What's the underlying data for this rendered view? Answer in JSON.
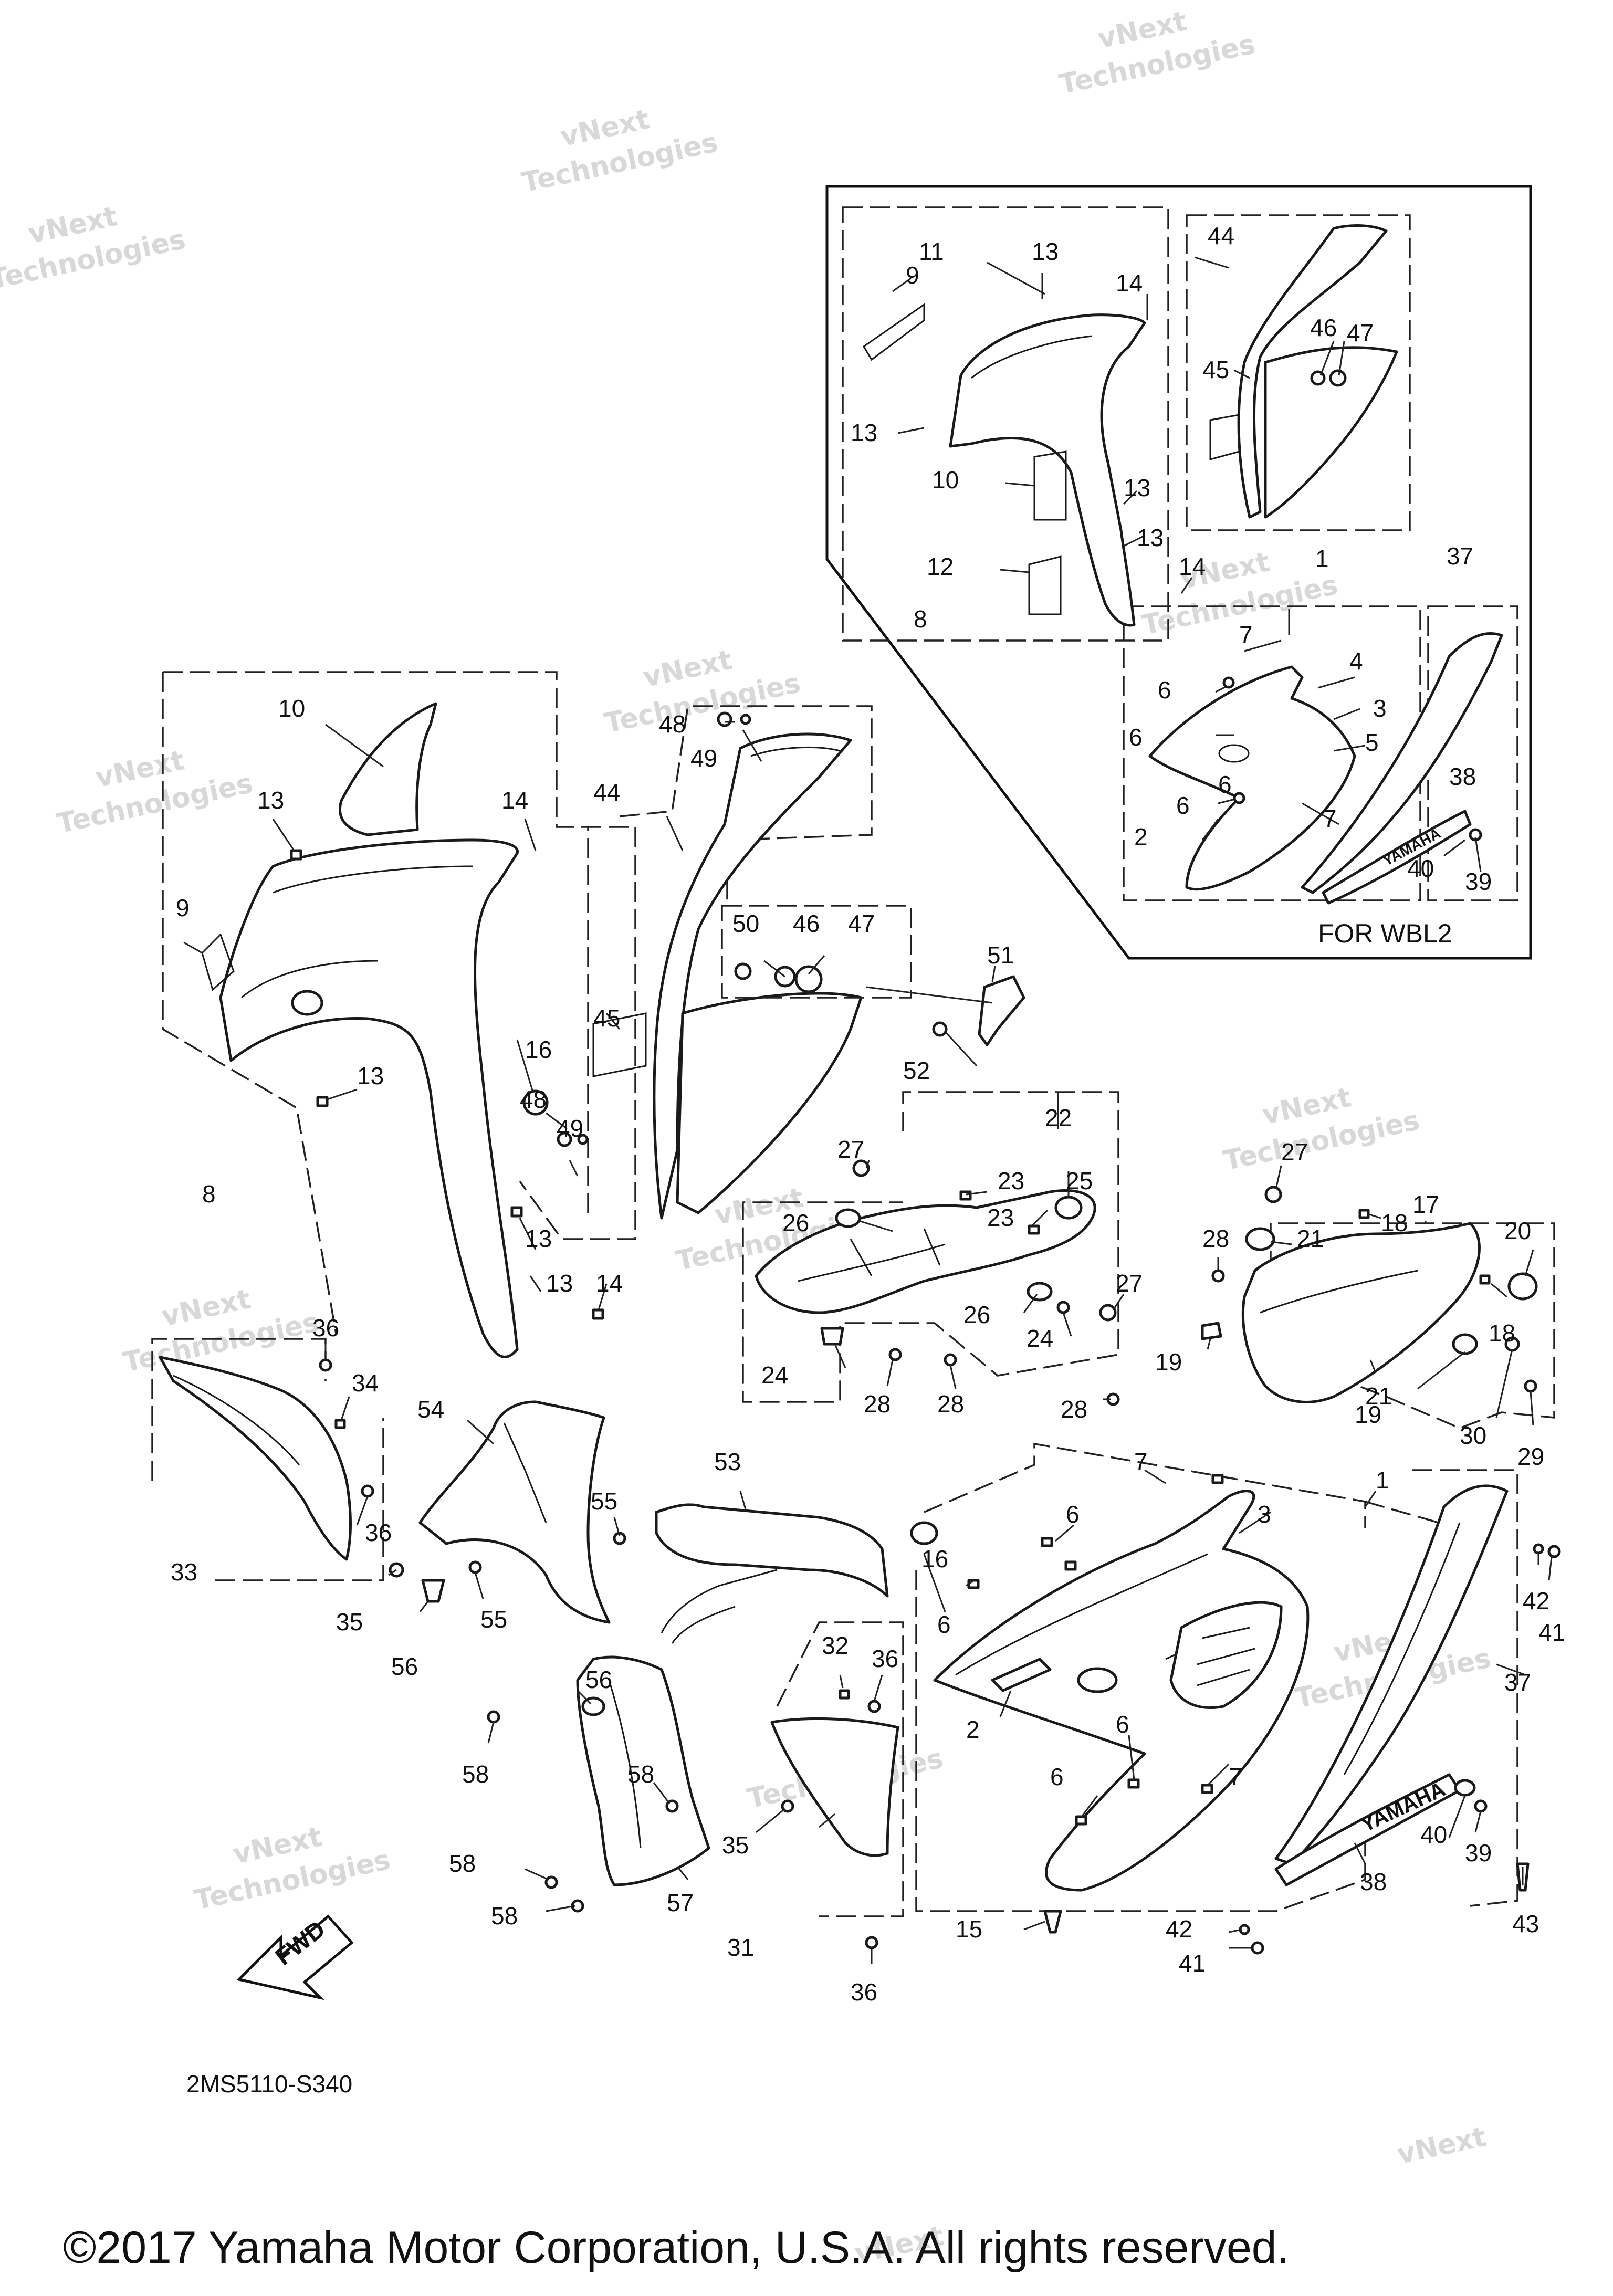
{
  "diagram": {
    "diagram_code": "2MS5110-S340",
    "inset_label": "FOR WBL2",
    "direction_label": "FWD",
    "copyright": "©2017 Yamaha Motor Corporation, U.S.A. All rights reserved.",
    "watermark_line1": "vNext",
    "watermark_line2": "Technologies",
    "brand_mark": "YAMAHA",
    "callouts": {
      "c1a": "1",
      "c1b": "1",
      "c2a": "2",
      "c2b": "2",
      "c3a": "3",
      "c3b": "3",
      "c4": "4",
      "c5": "5",
      "c6a": "6",
      "c6b": "6",
      "c6c": "6",
      "c6d": "6",
      "c6e": "6",
      "c6f": "6",
      "c6g": "6",
      "c6h": "6",
      "c7a": "7",
      "c7b": "7",
      "c7c": "7",
      "c7d": "7",
      "c8a": "8",
      "c8b": "8",
      "c9a": "9",
      "c9b": "9",
      "c10a": "10",
      "c10b": "10",
      "c11": "11",
      "c12": "12",
      "c13a": "13",
      "c13b": "13",
      "c13c": "13",
      "c13d": "13",
      "c13e": "13",
      "c13f": "13",
      "c13g": "13",
      "c13h": "13",
      "c14a": "14",
      "c14b": "14",
      "c14c": "14",
      "c14d": "14",
      "c15": "15",
      "c16a": "16",
      "c16b": "16",
      "c17": "17",
      "c18a": "18",
      "c18b": "18",
      "c19a": "19",
      "c19b": "19",
      "c20": "20",
      "c21a": "21",
      "c21b": "21",
      "c22": "22",
      "c23a": "23",
      "c23b": "23",
      "c24a": "24",
      "c24b": "24",
      "c25": "25",
      "c26a": "26",
      "c26b": "26",
      "c27a": "27",
      "c27b": "27",
      "c27c": "27",
      "c28a": "28",
      "c28b": "28",
      "c28c": "28",
      "c28d": "28",
      "c29": "29",
      "c30": "30",
      "c31": "31",
      "c32": "32",
      "c33": "33",
      "c34": "34",
      "c35a": "35",
      "c35b": "35",
      "c36a": "36",
      "c36b": "36",
      "c36c": "36",
      "c36d": "36",
      "c37a": "37",
      "c37b": "37",
      "c38a": "38",
      "c38b": "38",
      "c39a": "39",
      "c39b": "39",
      "c40a": "40",
      "c40b": "40",
      "c41a": "41",
      "c41b": "41",
      "c42a": "42",
      "c42b": "42",
      "c43": "43",
      "c44a": "44",
      "c44b": "44",
      "c45a": "45",
      "c45b": "45",
      "c46a": "46",
      "c46b": "46",
      "c47a": "47",
      "c47b": "47",
      "c48a": "48",
      "c48b": "48",
      "c49a": "49",
      "c49b": "49",
      "c50": "50",
      "c51": "51",
      "c52": "52",
      "c53": "53",
      "c54": "54",
      "c55a": "55",
      "c55b": "55",
      "c56a": "56",
      "c56b": "56",
      "c57": "57",
      "c58a": "58",
      "c58b": "58",
      "c58c": "58",
      "c58d": "58"
    }
  }
}
